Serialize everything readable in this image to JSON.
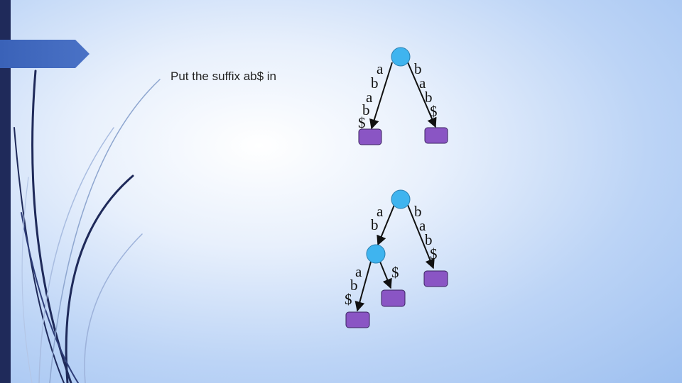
{
  "prompt": "Put the suffix ab$ in",
  "colors": {
    "node_internal": "#3fb4ef",
    "node_leaf": "#8a55c4",
    "edge": "#111111",
    "left_bar": "#1f2a5a",
    "tab_accent": "#3a62b8"
  },
  "tree1": {
    "edge_left_label": [
      "a",
      "b",
      "a",
      "b",
      "$"
    ],
    "edge_right_label": [
      "b",
      "a",
      "b",
      "$"
    ]
  },
  "tree2": {
    "edge_left_label": [
      "a",
      "b"
    ],
    "edge_right_label": [
      "b",
      "a",
      "b",
      "$"
    ],
    "sub_edge_left_label": [
      "a",
      "b",
      "$"
    ],
    "sub_edge_right_label": [
      "$"
    ]
  }
}
